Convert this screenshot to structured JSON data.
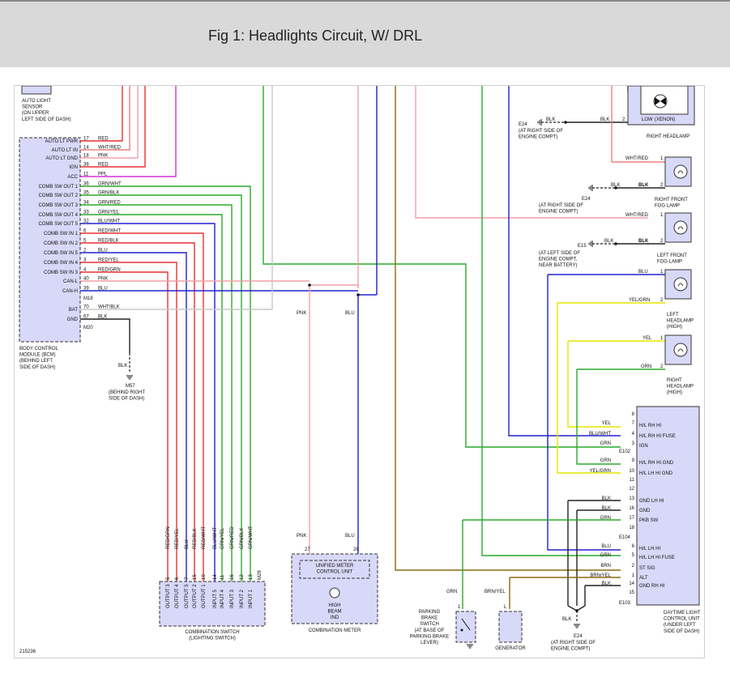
{
  "header": {
    "title": "Fig 1: Headlights Circuit, W/ DRL"
  },
  "figure_id": "215236",
  "colors": {
    "RED": "#e83030",
    "PNK": "#f2a0a8",
    "PPL": "#d830d8",
    "GRN": "#2aaa2a",
    "BLU": "#2020d0",
    "YEL": "#e6e600",
    "ORN": "#e87020",
    "WHT": "#c8c8c8",
    "BLK": "#222222",
    "BRN": "#8a6a10",
    "PINKRED": "#e88080",
    "module_fill": "#d8d8f8"
  },
  "auto_light_sensor": {
    "label": [
      "AUTO LIGHT",
      "SENSOR",
      "(ON UPPER",
      "LEFT SIDE OF DASH)"
    ]
  },
  "bcm": {
    "label": [
      "BODY CONTROL",
      "MODULE (BCM)",
      "(BEHIND LEFT",
      "SIDE OF DASH)"
    ],
    "pins": [
      {
        "name": "AUTO LT PWR",
        "num": "17",
        "wire": "RED"
      },
      {
        "name": "AUTO LT IN",
        "num": "14",
        "wire": "WHT/RED"
      },
      {
        "name": "AUTO LT GND",
        "num": "18",
        "wire": "PNK"
      },
      {
        "name": "IGN",
        "num": "38",
        "wire": "RED"
      },
      {
        "name": "ACC",
        "num": "11",
        "wire": "PPL"
      },
      {
        "name": "COMB SW OUT 1",
        "num": "36",
        "wire": "GRN/WHT"
      },
      {
        "name": "COMB SW OUT 2",
        "num": "35",
        "wire": "GRN/BLK"
      },
      {
        "name": "COMB SW OUT 3",
        "num": "34",
        "wire": "GRN/RED"
      },
      {
        "name": "COMB SW OUT 4",
        "num": "33",
        "wire": "GRN/YEL"
      },
      {
        "name": "COMB SW OUT 5",
        "num": "32",
        "wire": "BLU/WHT"
      },
      {
        "name": "COMB SW IN 1",
        "num": "6",
        "wire": "RED/WHT"
      },
      {
        "name": "COMB SW IN 2",
        "num": "5",
        "wire": "RED/BLK"
      },
      {
        "name": "COMB SW IN 5",
        "num": "2",
        "wire": "BLU"
      },
      {
        "name": "COMB SW IN 4",
        "num": "3",
        "wire": "RED/YEL"
      },
      {
        "name": "COMB SW IN 3",
        "num": "4",
        "wire": "RED/GRN"
      },
      {
        "name": "CAN-L",
        "num": "40",
        "wire": "PNK"
      },
      {
        "name": "CAN-H",
        "num": "39",
        "wire": "BLU"
      },
      {
        "name": "BAT",
        "num": "70",
        "wire": "WHT/BLK"
      },
      {
        "name": "GND",
        "num": "67",
        "wire": "BLK"
      }
    ],
    "connectors": [
      "M18",
      "M20"
    ]
  },
  "ground_m57": {
    "wire": "BLK",
    "id": "M57",
    "label": [
      "(BEHIND RIGHT",
      "SIDE OF DASH)"
    ]
  },
  "combination_switch": {
    "label": [
      "COMBINATION SWITCH",
      "(LIGHTING SWITCH)"
    ],
    "connector": "M28",
    "pins": [
      {
        "num": "5",
        "name": "OUTPUT 3",
        "wire": "RED/GRN"
      },
      {
        "num": "6",
        "name": "OUTPUT 4",
        "wire": "RED/YEL"
      },
      {
        "num": "7",
        "name": "OUTPUT 5",
        "wire": "BLU"
      },
      {
        "num": "15",
        "name": "OUTPUT 2",
        "wire": "RED/BLK"
      },
      {
        "num": "10",
        "name": "OUTPUT 1",
        "wire": "RED/WHT"
      },
      {
        "num": "14",
        "name": "INPUT 5",
        "wire": "BLU/WHT"
      },
      {
        "num": "11",
        "name": "INPUT 4",
        "wire": "GRN/YEL"
      },
      {
        "num": "16",
        "name": "INPUT 3",
        "wire": "GRN/RED"
      },
      {
        "num": "12",
        "name": "INPUT 2",
        "wire": "GRN/BLK"
      },
      {
        "num": "13",
        "name": "INPUT 1",
        "wire": "GRN/WHT"
      }
    ]
  },
  "combination_meter": {
    "label": "COMBINATION METER",
    "unit": [
      "UNIFIED METER",
      "CONTROL UNIT"
    ],
    "indicator": [
      "HIGH",
      "BEAM",
      "IND"
    ],
    "pins": [
      {
        "num": "27",
        "wire": "PNK"
      },
      {
        "num": "26",
        "wire": "BLU"
      }
    ]
  },
  "can_wires": {
    "pnk": "PNK",
    "blu": "BLU"
  },
  "right_headlamp": {
    "label": "RIGHT HEADLAMP",
    "bulb": "LOW",
    "bulb_type": "(XENON)",
    "pin": "2",
    "wire": "BLK",
    "ground": {
      "id": "E24",
      "wire": "BLK",
      "label": [
        "(AT RIGHT SIDE OF",
        "ENGINE COMPT)"
      ]
    }
  },
  "right_front_fog": {
    "label": [
      "RIGHT FRONT",
      "FOG LAMP"
    ],
    "pins": [
      {
        "num": "1",
        "wire": "WHT/RED"
      },
      {
        "num": "2",
        "wire": "BLK"
      }
    ],
    "ground": {
      "id": "E24",
      "wire": "BLK",
      "label": [
        "(AT RIGHT SIDE OF",
        "ENGINE COMPT)"
      ]
    }
  },
  "left_front_fog": {
    "label": [
      "LEFT FRONT",
      "FOG LAMP"
    ],
    "pins": [
      {
        "num": "1",
        "wire": "WHT/RED"
      },
      {
        "num": "2",
        "wire": "BLK"
      }
    ],
    "ground": {
      "id": "E15",
      "wire": "BLK",
      "label": [
        "(AT LEFT SIDE OF",
        "ENGINE COMPT,",
        "NEAR BATTERY)"
      ]
    }
  },
  "left_headlamp_high": {
    "label": [
      "LEFT",
      "HEADLAMP",
      "(HIGH)"
    ],
    "pins": [
      {
        "num": "1",
        "wire": "BLU"
      },
      {
        "num": "2",
        "wire": "YEL/GRN"
      }
    ]
  },
  "right_headlamp_high": {
    "label": [
      "RIGHT",
      "HEADLAMP",
      "(HIGH)"
    ],
    "pins": [
      {
        "num": "1",
        "wire": "YEL"
      },
      {
        "num": "2",
        "wire": "GRN"
      }
    ]
  },
  "drl_unit": {
    "label": [
      "DAYTIME LIGHT",
      "CONTROL UNIT",
      "(UNDER LEFT",
      "SIDE OF DASH)"
    ],
    "pins": [
      {
        "num": "8",
        "name": "",
        "wire": ""
      },
      {
        "num": "7",
        "name": "H/L RH HI",
        "wire": "YEL"
      },
      {
        "num": "4",
        "name": "H/L RH HI FUSE",
        "wire": "BLU/WHT"
      },
      {
        "num": "3",
        "name": "IGN",
        "wire": "GRN"
      },
      {
        "num": "9",
        "name": "H/L RH HI GND",
        "wire": "GRN"
      },
      {
        "num": "10",
        "name": "H/L LH HI GND",
        "wire": "YEL/GRN"
      },
      {
        "num": "11",
        "name": "",
        "wire": ""
      },
      {
        "num": "12",
        "name": "",
        "wire": ""
      },
      {
        "num": "13",
        "name": "GND LH HI",
        "wire": "BLK"
      },
      {
        "num": "16",
        "name": "GND",
        "wire": "BLK"
      },
      {
        "num": "17",
        "name": "PKB SW",
        "wire": "GRN"
      },
      {
        "num": "18",
        "name": "",
        "wire": ""
      },
      {
        "num": "6",
        "name": "H/L LH HI",
        "wire": "BLU"
      },
      {
        "num": "5",
        "name": "H/L LH HI FUSE",
        "wire": "GRN"
      },
      {
        "num": "2",
        "name": "ST SIG",
        "wire": "BRN"
      },
      {
        "num": "1",
        "name": "ALT",
        "wire": "BRN/YEL"
      },
      {
        "num": "14",
        "name": "GND RH HI",
        "wire": "BLK"
      },
      {
        "num": "15",
        "name": "",
        "wire": ""
      }
    ],
    "connectors": [
      "E102",
      "E104",
      "E103"
    ],
    "ground": {
      "id": "E24",
      "wire": "BLK",
      "label": [
        "(AT RIGHT SIDE OF",
        "ENGINE COMPT)"
      ]
    }
  },
  "parking_brake_switch": {
    "label": [
      "PARKING",
      "BRAKE",
      "SWITCH",
      "(AT BASE OF",
      "PARKING BRAKE",
      "LEVER)"
    ],
    "pin": "1",
    "wire": "GRN"
  },
  "generator": {
    "label": "GENERATOR",
    "pin": "L",
    "wire": "BRN/YEL"
  }
}
